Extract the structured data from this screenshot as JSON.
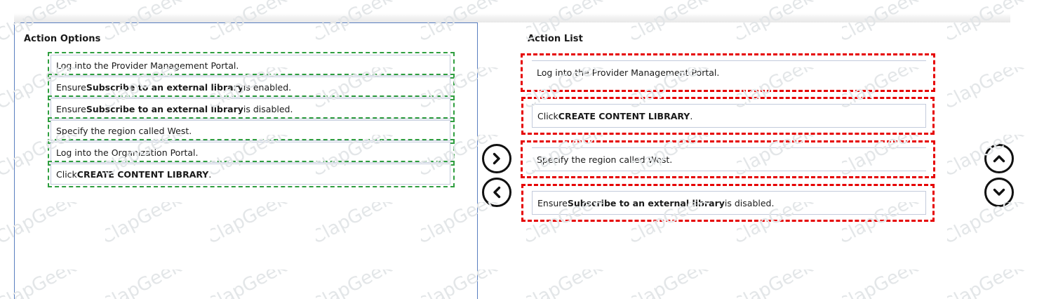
{
  "left_panel": {
    "title": "Action Options",
    "items": [
      {
        "prefix": "Log into the Provider Management Portal.",
        "bold": "",
        "suffix": "",
        "selected": true
      },
      {
        "prefix": "Ensure ",
        "bold": "Subscribe to an external library",
        "suffix": " is enabled.",
        "selected": true
      },
      {
        "prefix": "Ensure ",
        "bold": "Subscribe to an external library",
        "suffix": " is disabled.",
        "selected": true
      },
      {
        "prefix": "Specify the region called West.",
        "bold": "",
        "suffix": "",
        "selected": true
      },
      {
        "prefix": "Log into the Organization Portal.",
        "bold": "",
        "suffix": "",
        "selected": true
      },
      {
        "prefix": "Click ",
        "bold": "CREATE CONTENT LIBRARY",
        "suffix": ".",
        "selected": true
      }
    ]
  },
  "right_panel": {
    "title": "Action List",
    "items": [
      {
        "prefix": "Log into the Provider Management Portal.",
        "bold": "",
        "suffix": "",
        "highlighted": true
      },
      {
        "prefix": "Click ",
        "bold": "CREATE CONTENT LIBRARY",
        "suffix": ".",
        "highlighted": true
      },
      {
        "prefix": "Specify the region called West.",
        "bold": "",
        "suffix": "",
        "highlighted": true
      },
      {
        "prefix": "Ensure ",
        "bold": "Subscribe to an external library",
        "suffix": " is disabled.",
        "highlighted": true
      }
    ]
  },
  "controls": {
    "move_right": "move-right",
    "move_left": "move-left",
    "move_up": "move-up",
    "move_down": "move-down"
  },
  "watermark": {
    "text": "ClapGeek"
  },
  "colors": {
    "selection_green": "#2f9e3f",
    "highlight_red": "#e60000",
    "panel_border_blue": "#5a7fc0",
    "item_border": "#c3cbdc",
    "watermark_gray": "#e3e6e8"
  }
}
